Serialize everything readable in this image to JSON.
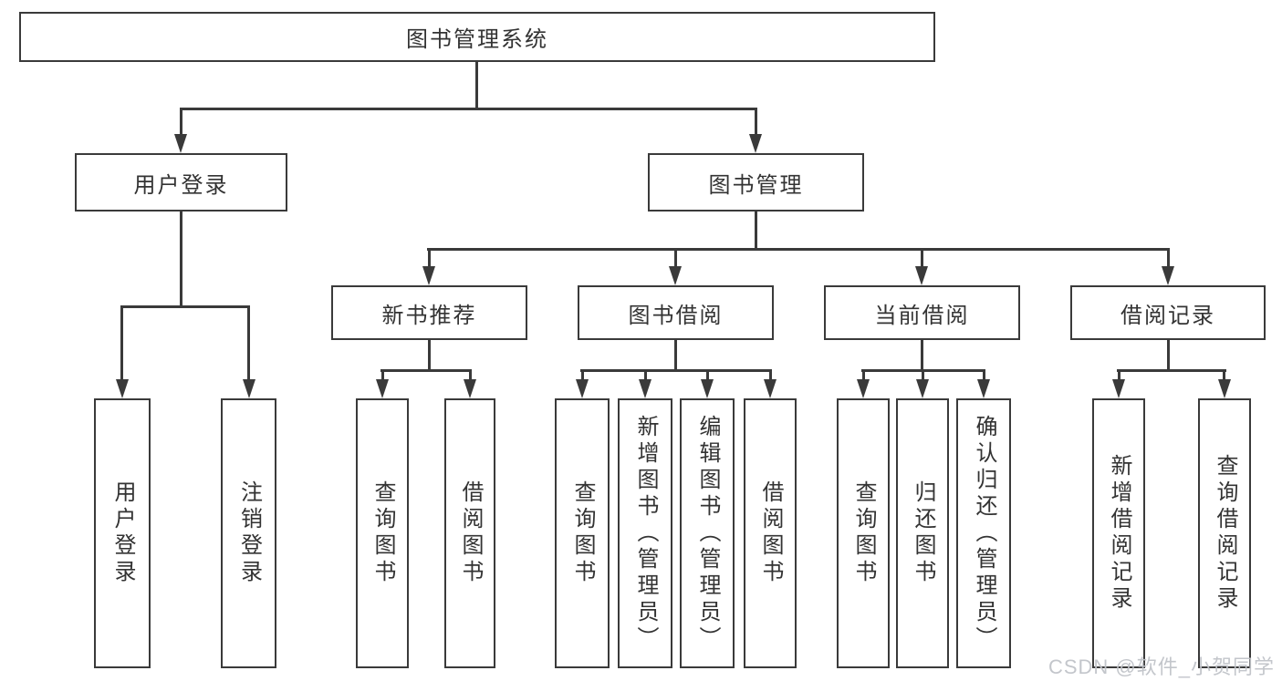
{
  "tree": {
    "label": "图书管理系统",
    "children": [
      {
        "label": "用户登录",
        "children": [
          {
            "label": "用户登录"
          },
          {
            "label": "注销登录"
          }
        ]
      },
      {
        "label": "图书管理",
        "children": [
          {
            "label": "新书推荐",
            "children": [
              {
                "label": "查询图书"
              },
              {
                "label": "借阅图书"
              }
            ]
          },
          {
            "label": "图书借阅",
            "children": [
              {
                "label": "查询图书"
              },
              {
                "label": "新增图书（管理员）"
              },
              {
                "label": "编辑图书（管理员）"
              },
              {
                "label": "借阅图书"
              }
            ]
          },
          {
            "label": "当前借阅",
            "children": [
              {
                "label": "查询图书"
              },
              {
                "label": "归还图书"
              },
              {
                "label": "确认归还（管理员）"
              }
            ]
          },
          {
            "label": "借阅记录",
            "children": [
              {
                "label": "新增借阅记录"
              },
              {
                "label": "查询借阅记录"
              }
            ]
          }
        ]
      }
    ]
  },
  "watermark": {
    "text": "CSDN @软件_小贺同学"
  },
  "colors": {
    "line": "#3a3a3a",
    "text": "#333333",
    "bg": "#ffffff",
    "wm": "#c0c3c9"
  }
}
